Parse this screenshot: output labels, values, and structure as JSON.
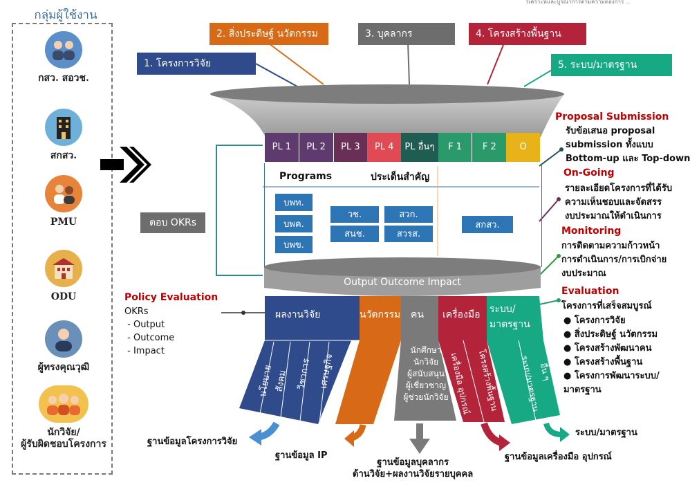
{
  "top_note": "วิเคราะห์และบูรณาการตามความต้องการ ...",
  "side": {
    "title": "กลุ่มผู้ใช้งาน",
    "groups": [
      {
        "label": "กสว. สอวช.",
        "icon": "people-icon",
        "color": "#5b8fc9"
      },
      {
        "label": "สกสว.",
        "icon": "building-icon",
        "color": "#6fb0d8"
      },
      {
        "label": "PMU",
        "icon": "team-icon",
        "color": "#e8843a"
      },
      {
        "label": "ODU",
        "icon": "school-icon",
        "color": "#e8b04a"
      },
      {
        "label": "ผู้ทรงคุณวุฒิ",
        "icon": "person-icon",
        "color": "#6a8fb8"
      },
      {
        "label": "นักวิจัย/\nผู้รับผิดชอบโครงการ",
        "icon": "researchers-icon",
        "color": "#f2c14e"
      }
    ]
  },
  "categories": [
    {
      "label": "1. โครงการวิจัย",
      "color": "#2f4b8c"
    },
    {
      "label": "2. สิ่งประดิษฐ์ นวัตกรรม",
      "color": "#d86a17"
    },
    {
      "label": "3. บุคลากร",
      "color": "#6d6d6d"
    },
    {
      "label": "4. โครงสร้างพื้นฐาน",
      "color": "#b3243a"
    },
    {
      "label": "5. ระบบ/มาตรฐาน",
      "color": "#17a884"
    }
  ],
  "platforms": [
    {
      "label": "PL 1",
      "color": "#5e3a6e"
    },
    {
      "label": "PL 2",
      "color": "#5e3a6e"
    },
    {
      "label": "PL 3",
      "color": "#6a2f57"
    },
    {
      "label": "PL 4",
      "color": "#e04a55"
    },
    {
      "label": "PL อื่นๆ",
      "color": "#1f5c52"
    },
    {
      "label": "F 1",
      "color": "#2a9a6a"
    },
    {
      "label": "F 2",
      "color": "#2a9a6a"
    },
    {
      "label": "O",
      "color": "#e8b318"
    }
  ],
  "middle": {
    "programs": "Programs",
    "issues": "ประเด็นสำคัญ",
    "units_left": [
      "บพท.",
      "บพค.",
      "บพข."
    ],
    "units_mid": [
      "วช.",
      "สวก.",
      "สนช.",
      "สวรส."
    ],
    "unit_right": "สกสว.",
    "okr_label": "ตอบ OKRs"
  },
  "funnel_band": "Output Outcome Impact",
  "policy": {
    "title": "Policy Evaluation",
    "lines": [
      "OKRs",
      " - Output",
      " - Outcome",
      " - Impact"
    ]
  },
  "outputs": {
    "research": "ผลงานวิจัย",
    "innovation": "นวัตกรรม",
    "people": "คน",
    "tools": "เครื่องมือ",
    "system": "ระบบ/\nมาตรฐาน",
    "research_sub": [
      "นโยบาย",
      "สังคม",
      "วิชาการ",
      "เศรษฐกิจ"
    ],
    "people_sub": "นักศึกษา\nนักวิจัย\nผู้สนับสนุน\nผู้เชี่ยวชาญ\nผู้ช่วยนักวิจัย",
    "tools_sub": [
      "เครื่องมือ อุปกรณ์",
      "โครงสร้างพื้นฐาน"
    ],
    "system_sub": [
      "ระบบ/มาตรฐาน",
      "อื่น ๆ"
    ]
  },
  "right": {
    "proposal_title": "Proposal Submission",
    "proposal_text": "รับข้อเสนอ proposal\nsubmission ทั้งแบบ\nBottom-up และ Top-down",
    "ongoing_title": "On-Going",
    "ongoing_text": "รายละเอียดโครงการที่ได้รับ\nความเห็นชอบและจัดสรร\nงบประมาณให้ดำเนินการ",
    "monitoring_title": "Monitoring",
    "monitoring_text": "การติดตามความก้าวหน้า\nการดำเนินการ/การเบิกจ่าย\nงบประมาณ",
    "evaluation_title": "Evaluation",
    "evaluation_text": "โครงการที่เสร็จสมบูรณ์",
    "evaluation_items": [
      "● โครงการวิจัย",
      "● สิ่งประดิษฐ์ นวัตกรรม",
      "● โครงสร้างพัฒนาคน",
      "● โครงสร้างพื้นฐาน",
      "● โครงการพัฒนาระบบ/\nมาตรฐาน"
    ]
  },
  "databases": {
    "research": "ฐานข้อมูลโครงการวิจัย",
    "ip": "ฐานข้อมูล IP",
    "people": "ฐานข้อมูลบุคลากร\nด้านวิจัย+ผลงานวิจัยรายบุคคล",
    "tools": "ฐานข้อมูลเครื่องมือ อุปกรณ์",
    "system": "ระบบ/มาตรฐาน"
  }
}
